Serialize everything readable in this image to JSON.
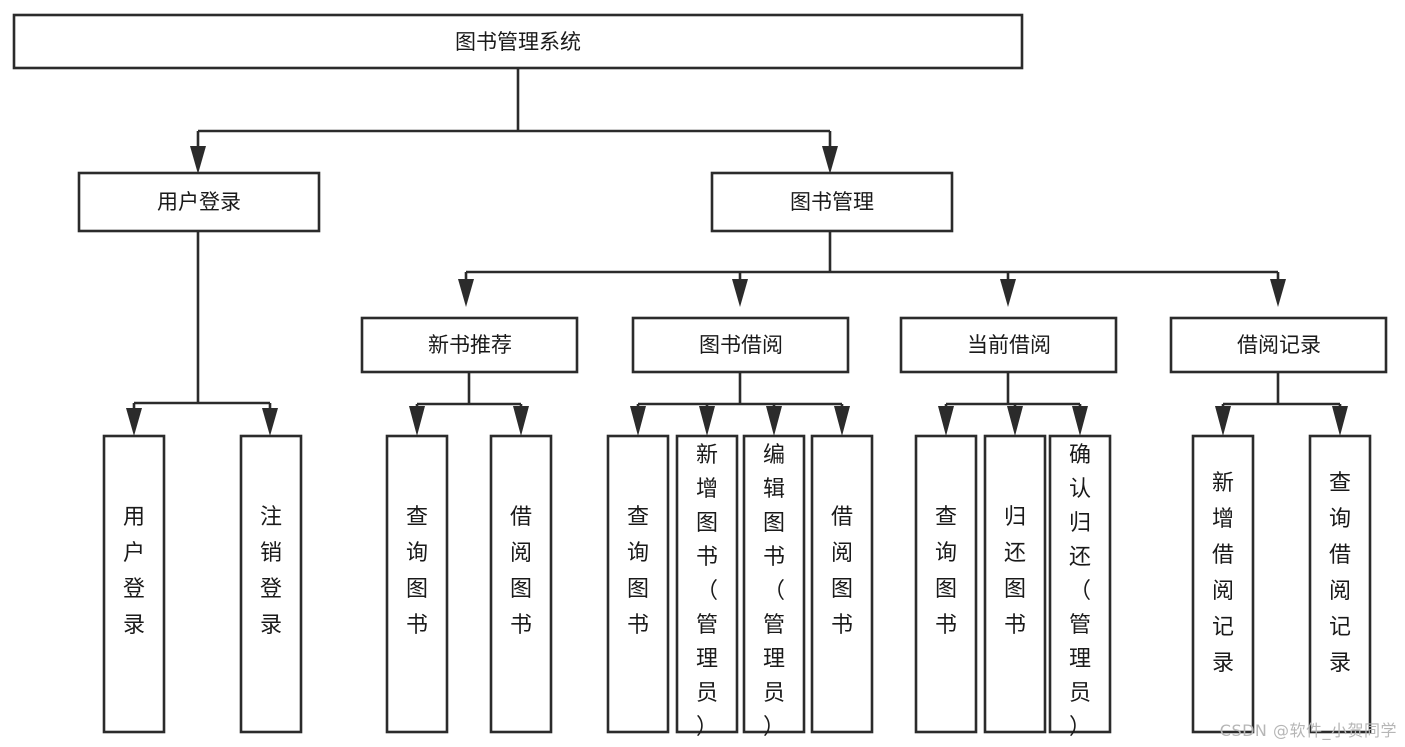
{
  "diagram": {
    "title": "图书管理系统",
    "type": "tree-hierarchy-diagram",
    "watermark": "CSDN @软件_小贺同学",
    "colors": {
      "stroke": "#2b2b2b",
      "box_fill": "#ffffff",
      "text": "#1a1a1a",
      "background": "#ffffff",
      "watermark": "#b6b6b6"
    },
    "levels": {
      "root": {
        "label": "图书管理系统",
        "orientation": "horizontal"
      },
      "level2": [
        {
          "label": "用户登录",
          "orientation": "horizontal"
        },
        {
          "label": "图书管理",
          "orientation": "horizontal"
        }
      ],
      "level3": [
        {
          "label": "新书推荐",
          "orientation": "horizontal",
          "parent": "图书管理"
        },
        {
          "label": "图书借阅",
          "orientation": "horizontal",
          "parent": "图书管理"
        },
        {
          "label": "当前借阅",
          "orientation": "horizontal",
          "parent": "图书管理"
        },
        {
          "label": "借阅记录",
          "orientation": "horizontal",
          "parent": "图书管理"
        }
      ],
      "leaves": [
        {
          "label": "用户登录",
          "orientation": "vertical",
          "parent": "用户登录",
          "lines": [
            "用",
            "户",
            "登",
            "录"
          ]
        },
        {
          "label": "注销登录",
          "orientation": "vertical",
          "parent": "用户登录",
          "lines": [
            "注",
            "销",
            "登",
            "录"
          ]
        },
        {
          "label": "查询图书",
          "orientation": "vertical",
          "parent": "新书推荐",
          "lines": [
            "查",
            "询",
            "图",
            "书"
          ]
        },
        {
          "label": "借阅图书",
          "orientation": "vertical",
          "parent": "新书推荐",
          "lines": [
            "借",
            "阅",
            "图",
            "书"
          ]
        },
        {
          "label": "查询图书",
          "orientation": "vertical",
          "parent": "图书借阅",
          "lines": [
            "查",
            "询",
            "图",
            "书"
          ]
        },
        {
          "label": "新增图书（管理员）",
          "orientation": "vertical",
          "parent": "图书借阅",
          "lines": [
            "新",
            "增",
            "图",
            "书",
            "（",
            "管",
            "理",
            "员",
            "）"
          ]
        },
        {
          "label": "编辑图书（管理员）",
          "orientation": "vertical",
          "parent": "图书借阅",
          "lines": [
            "编",
            "辑",
            "图",
            "书",
            "（",
            "管",
            "理",
            "员",
            "）"
          ]
        },
        {
          "label": "借阅图书",
          "orientation": "vertical",
          "parent": "图书借阅",
          "lines": [
            "借",
            "阅",
            "图",
            "书"
          ]
        },
        {
          "label": "查询图书",
          "orientation": "vertical",
          "parent": "当前借阅",
          "lines": [
            "查",
            "询",
            "图",
            "书"
          ]
        },
        {
          "label": "归还图书",
          "orientation": "vertical",
          "parent": "当前借阅",
          "lines": [
            "归",
            "还",
            "图",
            "书"
          ]
        },
        {
          "label": "确认归还（管理员）",
          "orientation": "vertical",
          "parent": "当前借阅",
          "lines": [
            "确",
            "认",
            "归",
            "还",
            "（",
            "管",
            "理",
            "员",
            "）"
          ]
        },
        {
          "label": "新增借阅记录",
          "orientation": "vertical",
          "parent": "借阅记录",
          "lines": [
            "新",
            "增",
            "借",
            "阅",
            "记",
            "录"
          ]
        },
        {
          "label": "查询借阅记录",
          "orientation": "vertical",
          "parent": "借阅记录",
          "lines": [
            "查",
            "询",
            "借",
            "阅",
            "记",
            "录"
          ]
        }
      ]
    }
  },
  "nodes": {
    "root": {
      "text": "图书管理系统"
    },
    "user_login": {
      "text": "用户登录"
    },
    "book_manage": {
      "text": "图书管理"
    },
    "new_book_rec": {
      "text": "新书推荐"
    },
    "book_borrow": {
      "text": "图书借阅"
    },
    "current_borrow": {
      "text": "当前借阅"
    },
    "borrow_record": {
      "text": "借阅记录"
    },
    "leaf_user_login": {
      "text": "用户登录"
    },
    "leaf_logout": {
      "text": "注销登录"
    },
    "leaf_query_book_1": {
      "text": "查询图书"
    },
    "leaf_borrow_book_1": {
      "text": "借阅图书"
    },
    "leaf_query_book_2": {
      "text": "查询图书"
    },
    "leaf_add_book": {
      "text": "新增图书（管理员）"
    },
    "leaf_edit_book": {
      "text": "编辑图书（管理员）"
    },
    "leaf_borrow_book_2": {
      "text": "借阅图书"
    },
    "leaf_query_book_3": {
      "text": "查询图书"
    },
    "leaf_return_book": {
      "text": "归还图书"
    },
    "leaf_confirm_return": {
      "text": "确认归还（管理员）"
    },
    "leaf_add_record": {
      "text": "新增借阅记录"
    },
    "leaf_query_record": {
      "text": "查询借阅记录"
    }
  },
  "footer": {
    "watermark": "CSDN @软件_小贺同学"
  }
}
